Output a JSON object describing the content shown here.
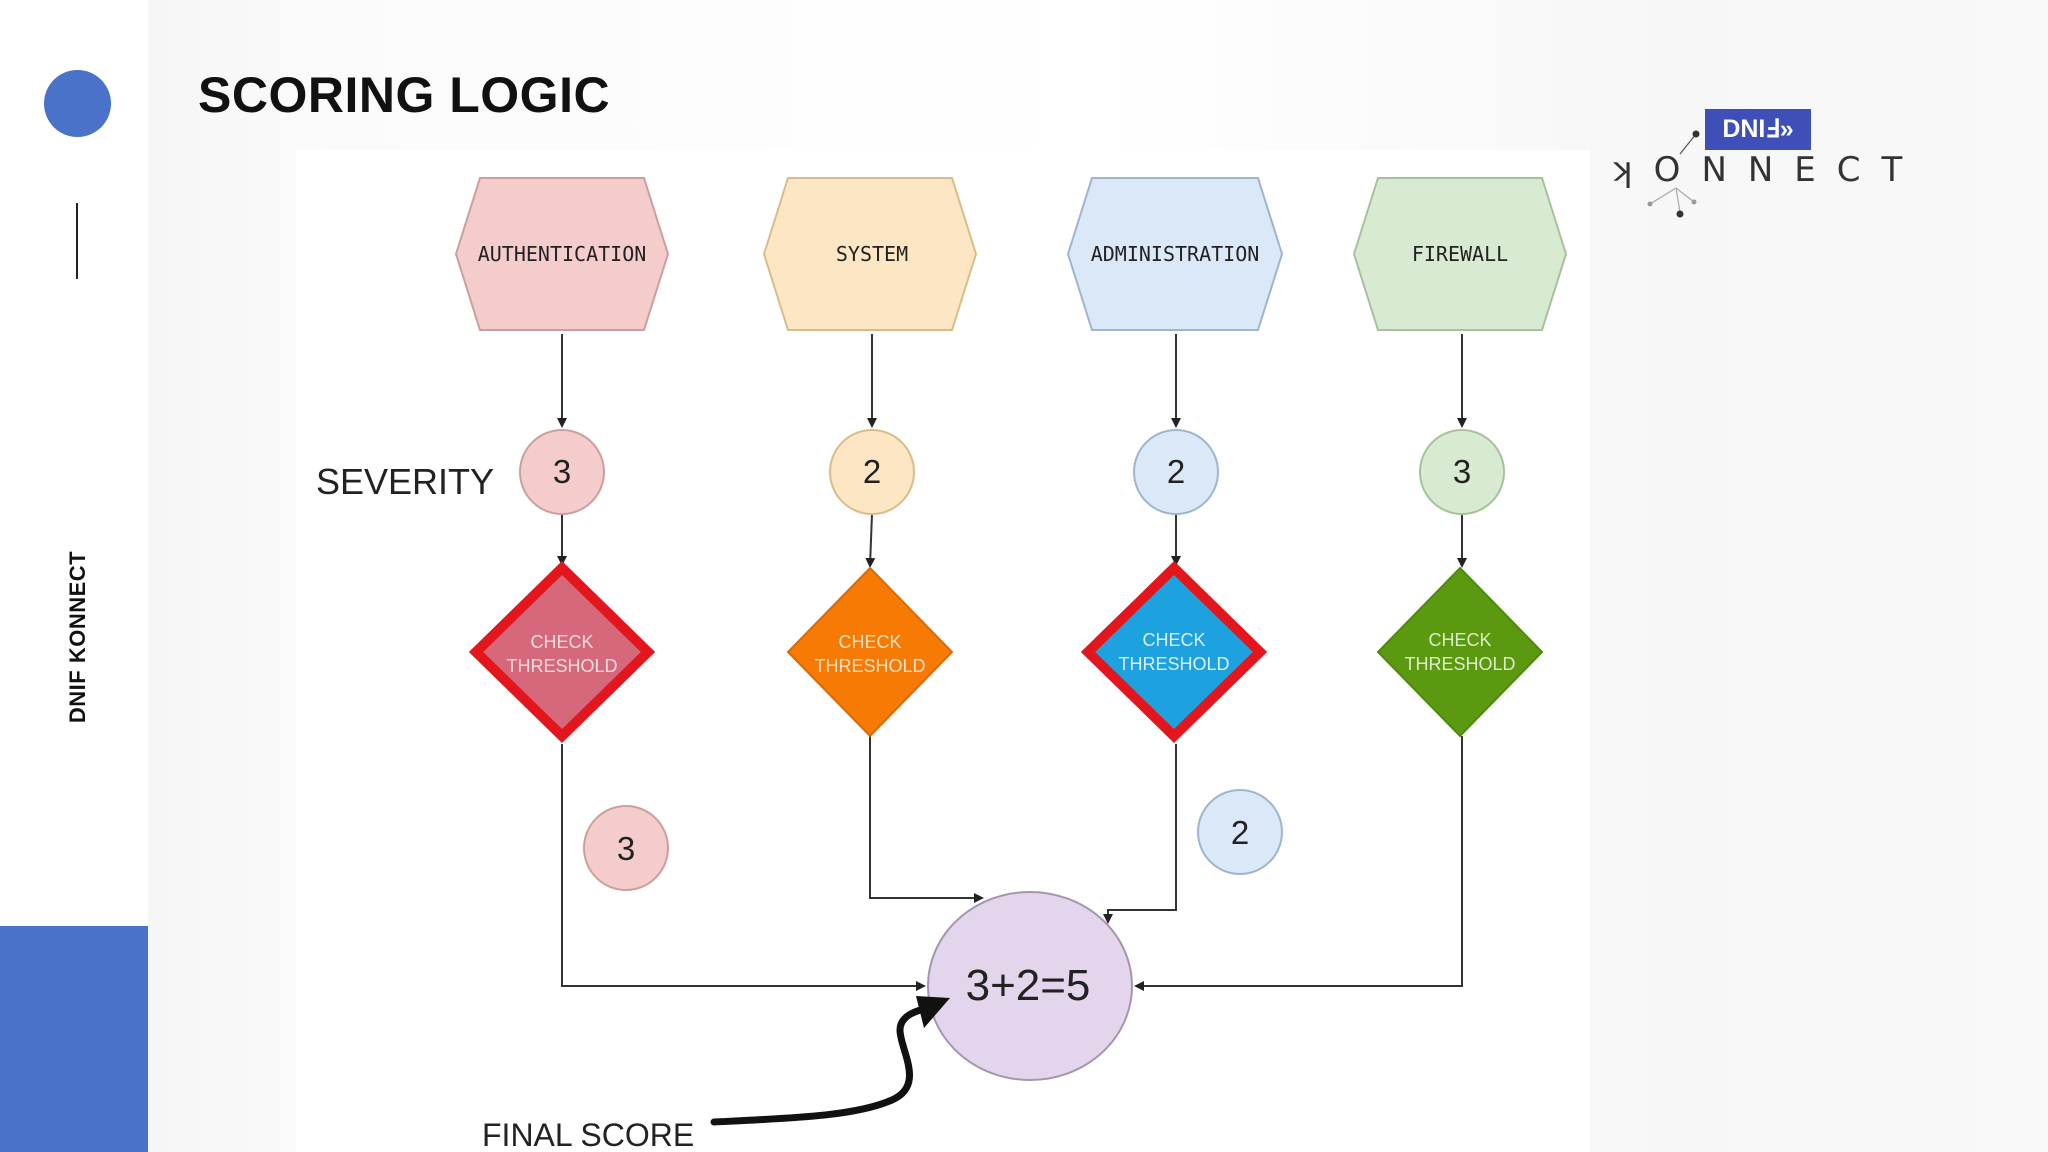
{
  "title": "SCORING LOGIC",
  "sidebar": {
    "brand": "DNIF KONNECT"
  },
  "logo": {
    "badge": "DNIℲ»",
    "wordmark": "ʞONNECT"
  },
  "diagram": {
    "severity_label": "SEVERITY",
    "categories": [
      {
        "name": "AUTHENTICATION",
        "severity": "3",
        "fill": "#f4cccc",
        "stroke": "#c9a09d",
        "diamond_fill": "#d5697b",
        "diamond_border": "#e4161d",
        "circle_fill": "#f4cccc",
        "highlighted": true,
        "text_color": "#222"
      },
      {
        "name": "SYSTEM",
        "severity": "2",
        "fill": "#fde6c3",
        "stroke": "#d8bd8a",
        "diamond_fill": "#f77a04",
        "diamond_border": "#d86a08",
        "circle_fill": "#fde6c3",
        "highlighted": false,
        "text_color": "#222"
      },
      {
        "name": "ADMINISTRATION",
        "severity": "2",
        "fill": "#dbe8f8",
        "stroke": "#9fb4cf",
        "diamond_fill": "#1ea2df",
        "diamond_border": "#e4161d",
        "circle_fill": "#dbe8f8",
        "highlighted": true,
        "text_color": "#222"
      },
      {
        "name": "FIREWALL",
        "severity": "3",
        "fill": "#d9ead3",
        "stroke": "#a6c29a",
        "diamond_fill": "#5b9a10",
        "diamond_border": "#4f8a0c",
        "circle_fill": "#d9ead3",
        "highlighted": false,
        "text_color": "#222"
      }
    ],
    "check_label_line1": "CHECK",
    "check_label_line2": "THRESHOLD",
    "contributions": [
      {
        "value": "3",
        "fill": "#f4cccc"
      },
      {
        "value": "2",
        "fill": "#dbe8f8"
      }
    ],
    "result": "3+2=5",
    "final_score_label": "FINAL SCORE"
  }
}
